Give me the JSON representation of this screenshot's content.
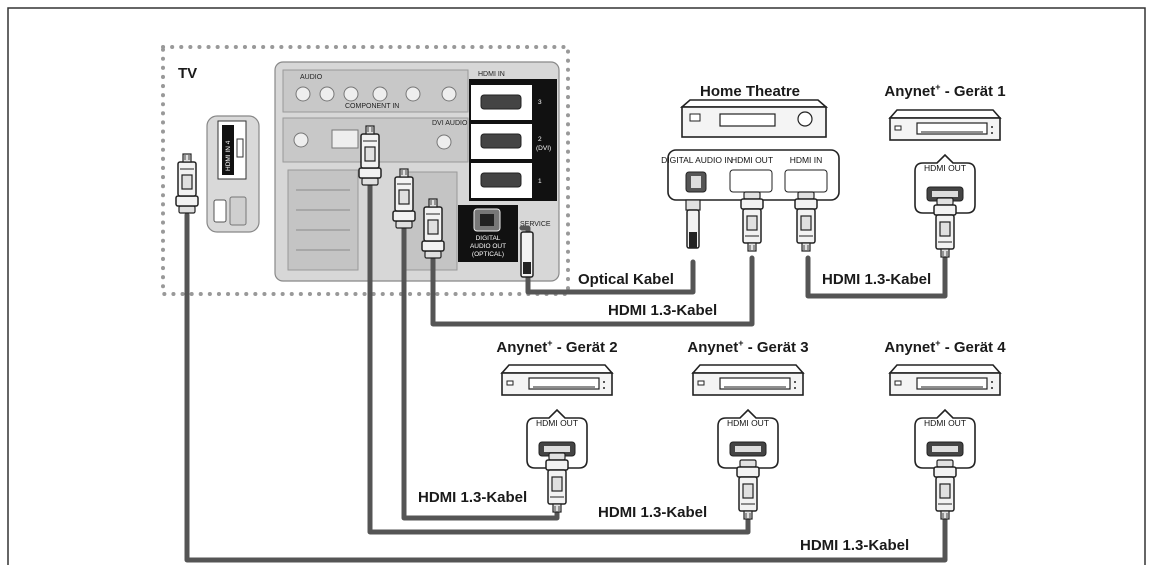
{
  "tv": {
    "label": "TV",
    "side_port": "HDMI IN 4",
    "panel": {
      "top_labels": [
        "AUDIO",
        "COMPONENT IN",
        "DVI AUDIO IN"
      ],
      "hdmi_in": "HDMI IN",
      "port_numbers": [
        "3",
        "2",
        "1"
      ],
      "dvi_tag": "(DVI)",
      "digital_audio_out": [
        "DIGITAL",
        "AUDIO OUT",
        "(OPTICAL)"
      ],
      "service": "SERVICE"
    }
  },
  "home_theatre": {
    "title": "Home Theatre",
    "ports": [
      "DIGITAL AUDIO IN",
      "HDMI OUT",
      "HDMI IN"
    ]
  },
  "devices": [
    {
      "title_main": "Anynet",
      "title_sup": "+",
      "title_rest": " - Gerät 1",
      "port": "HDMI OUT"
    },
    {
      "title_main": "Anynet",
      "title_sup": "+",
      "title_rest": " - Gerät 2",
      "port": "HDMI OUT"
    },
    {
      "title_main": "Anynet",
      "title_sup": "+",
      "title_rest": " - Gerät 3",
      "port": "HDMI OUT"
    },
    {
      "title_main": "Anynet",
      "title_sup": "+",
      "title_rest": " - Gerät 4",
      "port": "HDMI OUT"
    }
  ],
  "cables": {
    "optical": "Optical Kabel",
    "ht_to_tv": "HDMI 1.3-Kabel",
    "ht_to_dev1": "HDMI 1.3-Kabel",
    "dev2": "HDMI 1.3-Kabel",
    "dev3": "HDMI 1.3-Kabel",
    "dev4": "HDMI 1.3-Kabel"
  }
}
